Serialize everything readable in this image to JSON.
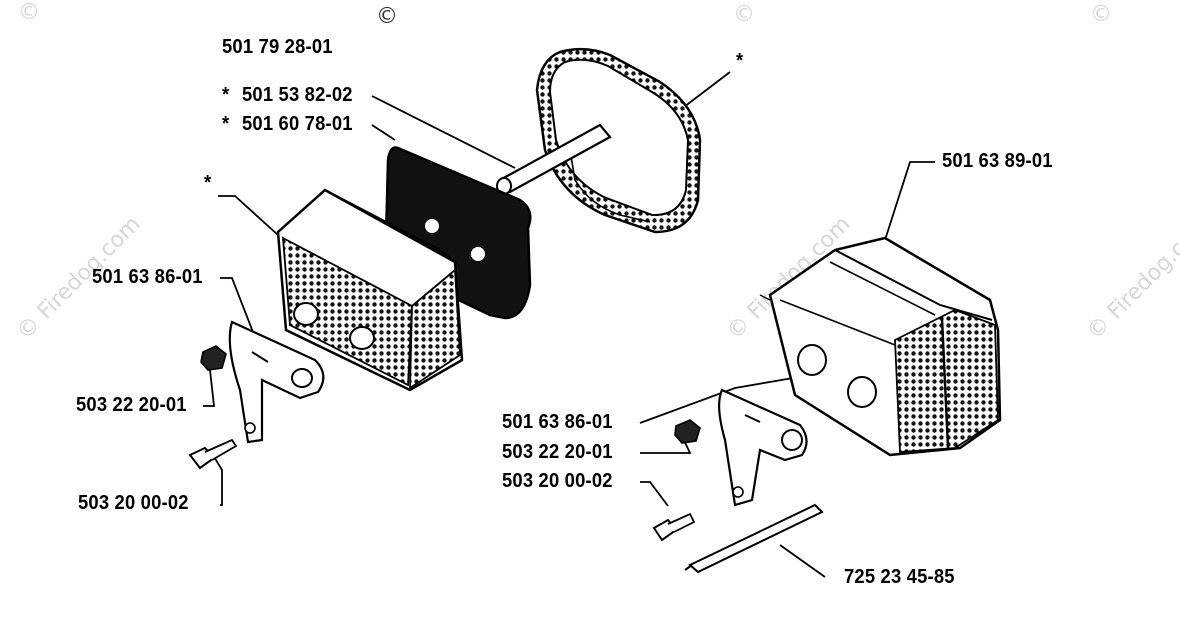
{
  "watermark": {
    "text": "© Firedog.com",
    "copyright_mark": "©",
    "color": "#d6d6d6"
  },
  "parts": {
    "top_label": "501 79 28-01",
    "rod_label": "501 53 82-02",
    "gasket_label": "501 60 78-01",
    "star": "*",
    "cover_right_label": "501 63 89-01",
    "bracket_left_label": "501 63 86-01",
    "nut_left_label": "503 22 20-01",
    "screw_left_label": "503 20 00-02",
    "bracket_right_label": "501 63 86-01",
    "nut_right_label": "503 22 20-01",
    "screw_right_label": "503 20 00-02",
    "bar_label": "725 23 45-85"
  }
}
